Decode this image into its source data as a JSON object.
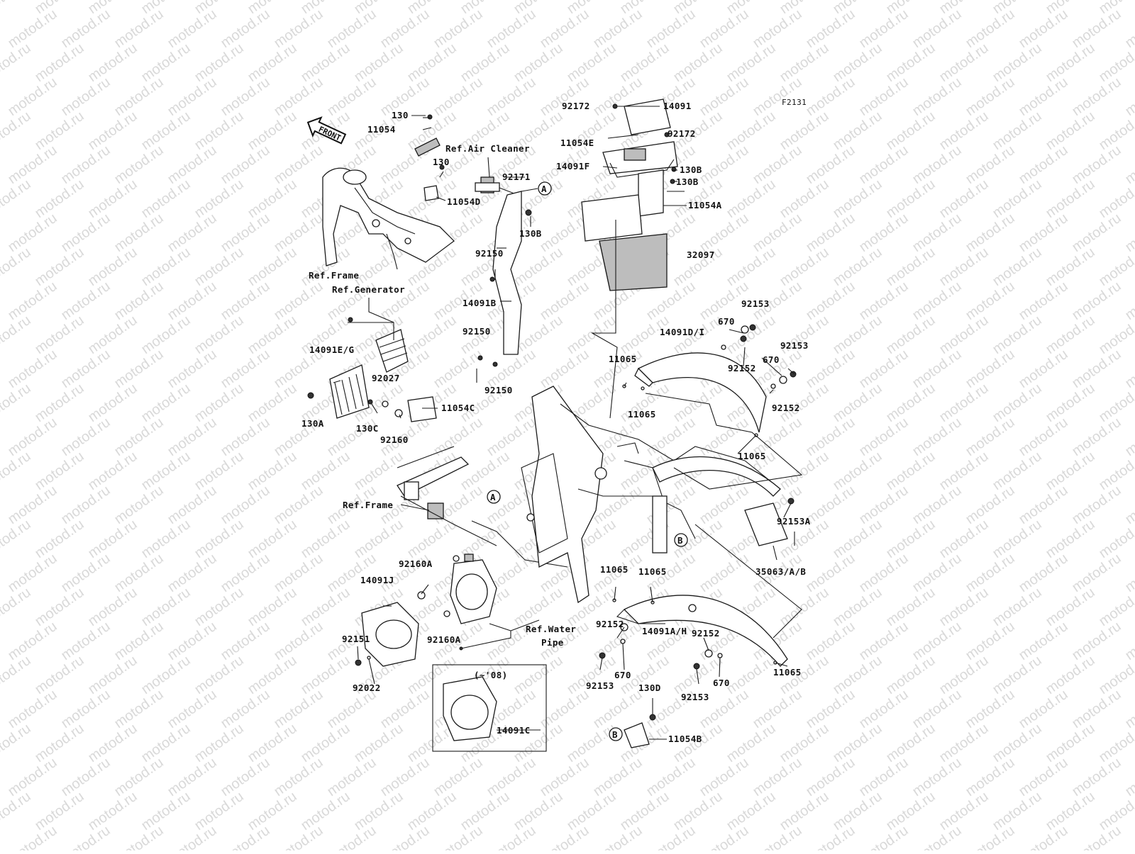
{
  "diagram": {
    "figure_code": "F2131",
    "watermark": "motod.ru",
    "front_arrow": "FRONT",
    "callouts": {
      "a": "A",
      "b": "B"
    },
    "labels": {
      "p130_top": "130",
      "p11054": "11054",
      "ref_air_cleaner": "Ref.Air Cleaner",
      "p130_mid": "130",
      "p92171": "92171",
      "p11054D": "11054D",
      "p130B_left": "130B",
      "ref_frame_top": "Ref.Frame",
      "ref_generator": "Ref.Generator",
      "p92150_a": "92150",
      "p14091B": "14091B",
      "p92150_b": "92150",
      "p92150_c": "92150",
      "p14091EG": "14091E/G",
      "p92027": "92027",
      "p11054C": "11054C",
      "p130A": "130A",
      "p130C": "130C",
      "p92160": "92160",
      "ref_frame_mid": "Ref.Frame",
      "p92172_top": "92172",
      "p14091": "14091",
      "p11054E": "11054E",
      "p92172_right": "92172",
      "p14091F": "14091F",
      "p130B_r1": "130B",
      "p130B_r2": "130B",
      "p11054A": "11054A",
      "p32097": "32097",
      "p92153_a": "92153",
      "p670_a": "670",
      "p14091DI": "14091D/I",
      "p92153_b": "92153",
      "p670_b": "670",
      "p11065_a": "11065",
      "p92152_a": "92152",
      "p11065_b": "11065",
      "p92152_b": "92152",
      "p11065_c": "11065",
      "p92153A": "92153A",
      "p35063": "35063/A/B",
      "p92160A_top": "92160A",
      "p14091J": "14091J",
      "p92160A_bot": "92160A",
      "ref_water_pipe_1": "Ref.Water",
      "ref_water_pipe_2": "Pipe",
      "p92151": "92151",
      "p92022": "92022",
      "p08": "(~'08)",
      "p14091C": "14091C",
      "p11065_d": "11065",
      "p11065_e": "11065",
      "p92152_c": "92152",
      "p14091AH": "14091A/H",
      "p92152_d": "92152",
      "p670_c": "670",
      "p92153_c": "92153",
      "p92153_d": "92153",
      "p670_d": "670",
      "p11065_f": "11065",
      "p130D": "130D",
      "p11054B": "11054B"
    }
  }
}
